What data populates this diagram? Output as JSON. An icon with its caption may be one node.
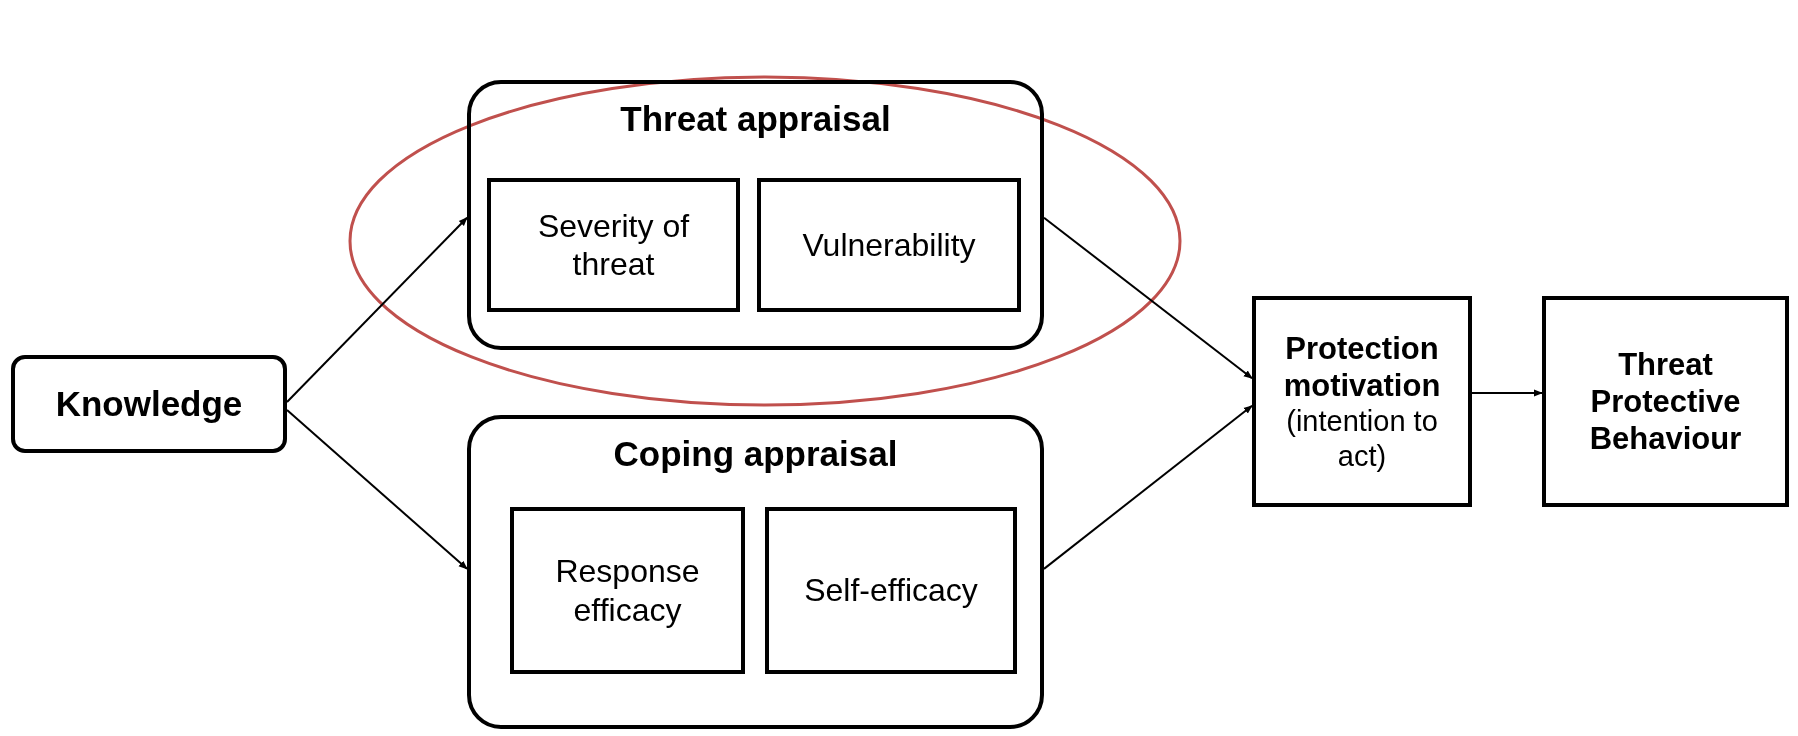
{
  "diagram": {
    "nodes": [
      {
        "text": [
          "Knowledge"
        ]
      },
      {
        "text": [
          "Threat appraisal"
        ]
      },
      {
        "text": [
          "Severity of threat"
        ],
        "in": 1
      },
      {
        "text": [
          "Vulnerability"
        ],
        "in": 1
      },
      {
        "text": [
          "Coping appraisal"
        ]
      },
      {
        "text": [
          "Response efficacy"
        ],
        "in": 4
      },
      {
        "text": [
          "Self-efficacy"
        ],
        "in": 4
      },
      {
        "text": [
          "Protection motivation",
          "(intention to act)"
        ]
      },
      {
        "text": [
          "Threat Protective Behaviour"
        ]
      }
    ],
    "edges": [
      {
        "from": 0,
        "to": 1,
        "arrow": "to"
      },
      {
        "from": 0,
        "to": 4,
        "arrow": "to"
      },
      {
        "from": 1,
        "to": 7,
        "arrow": "to"
      },
      {
        "from": 4,
        "to": 7,
        "arrow": "to"
      },
      {
        "from": 7,
        "to": 8,
        "arrow": "to"
      }
    ]
  }
}
